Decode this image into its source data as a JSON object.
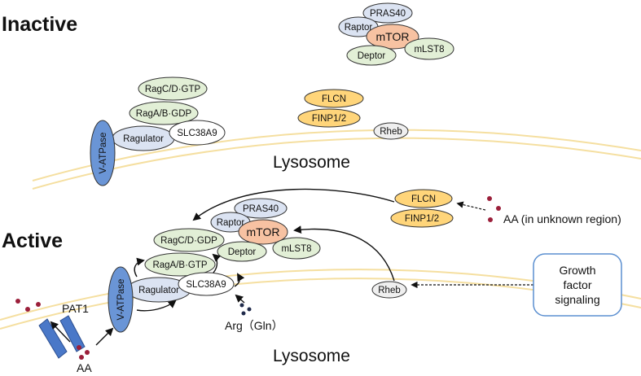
{
  "states": {
    "inactive": "Inactive",
    "active": "Active"
  },
  "lysosome": {
    "top": "Lysosome",
    "bottom": "Lysosome"
  },
  "inactive": {
    "pras40": "PRAS40",
    "raptor": "Raptor",
    "mtor": "mTOR",
    "deptor": "Deptor",
    "mlst8": "mLST8",
    "ragcd": "RagC/D·GTP",
    "ragab": "RagA/B·GDP",
    "regulator": "Ragulator",
    "slc": "SLC38A9",
    "vatpase": "V-ATPase",
    "flcn": "FLCN",
    "finp": "FINP1/2",
    "rheb": "Rheb"
  },
  "active": {
    "pras40": "PRAS40",
    "raptor": "Raptor",
    "mtor": "mTOR",
    "deptor": "Deptor",
    "mlst8": "mLST8",
    "ragcd": "RagC/D·GDP",
    "ragab": "RagA/B·GTP",
    "regulator": "Ragulator",
    "slc": "SLC38A9",
    "vatpase": "V-ATPase",
    "flcn": "FLCN",
    "finp": "FINP1/2",
    "rheb": "Rheb",
    "pat1": "PAT1",
    "aa": "AA",
    "arg": "Arg（Gln）",
    "aa_unknown": "AA (in unknown region)",
    "growth": [
      "Growth",
      "factor",
      "signaling"
    ]
  },
  "colors": {
    "membrane": "#f5dfa0",
    "mtor_fill": "#f7c2a2",
    "green_fill": "#e2efd6",
    "blue_fill": "#dbe3f2",
    "orange_fill": "#ffd57a",
    "vatpase_fill": "#6a95d6",
    "pat1_fill": "#4a78c8",
    "aa_dot": "#9b1f3a",
    "arg_dot": "#1f2a4a",
    "box_border": "#5b8fd0"
  }
}
